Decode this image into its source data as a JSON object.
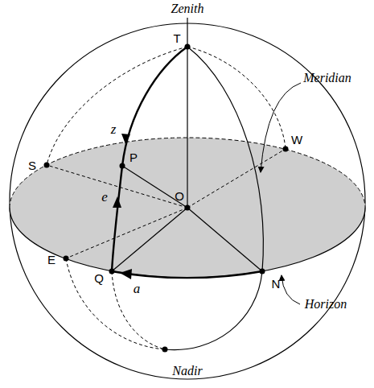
{
  "diagram": {
    "labels": [
      "Zenith",
      "T",
      "z",
      "S",
      "W",
      "Meridian",
      "P",
      "e",
      "O",
      "E",
      "Q",
      "a",
      "N",
      "Horizon",
      "Nadir"
    ]
  }
}
